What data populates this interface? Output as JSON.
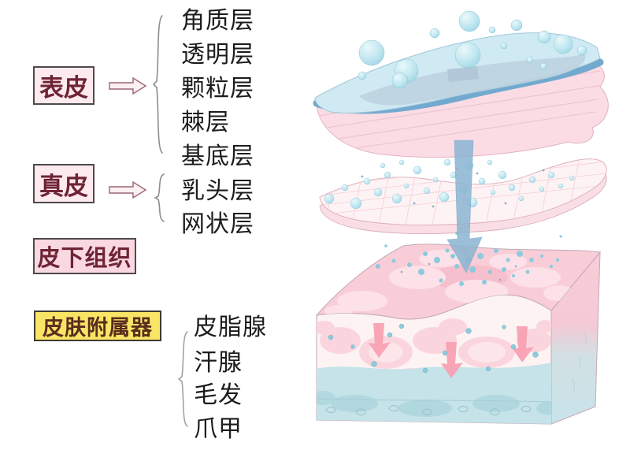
{
  "groups": [
    {
      "box_label": "表皮",
      "items": [
        "角质层",
        "透明层",
        "颗粒层",
        "棘层",
        "基底层"
      ]
    },
    {
      "box_label": "真皮",
      "items": [
        "乳头层",
        "网状层"
      ]
    },
    {
      "box_label": "皮下组织",
      "items": []
    },
    {
      "box_label": "皮肤附属器",
      "items": [
        "皮脂腺",
        "汗腺",
        "毛发",
        "爪甲"
      ]
    }
  ],
  "illustration_parts": [
    "epidermis-slab",
    "dermis-mesh-layer",
    "subcutis-block",
    "penetration-arrow",
    "moisture-bubbles"
  ],
  "colors": {
    "box_pink_bg": "#fdeaef",
    "box_deep_pink_bg": "#fad8e2",
    "box_yellow_bg": "#f8e565",
    "box_text": "#6e2435",
    "box_yellow_text": "#5a2d1f",
    "list_text": "#1c1c1c",
    "brace": "#8d8d8d",
    "illustration_blue": "#cfeaf3",
    "illustration_pink": "#fbdce4",
    "illustration_teal": "#c5e3e9",
    "arrow_blue": "#8bb5d3",
    "arrow_pink": "#f79fb2"
  }
}
